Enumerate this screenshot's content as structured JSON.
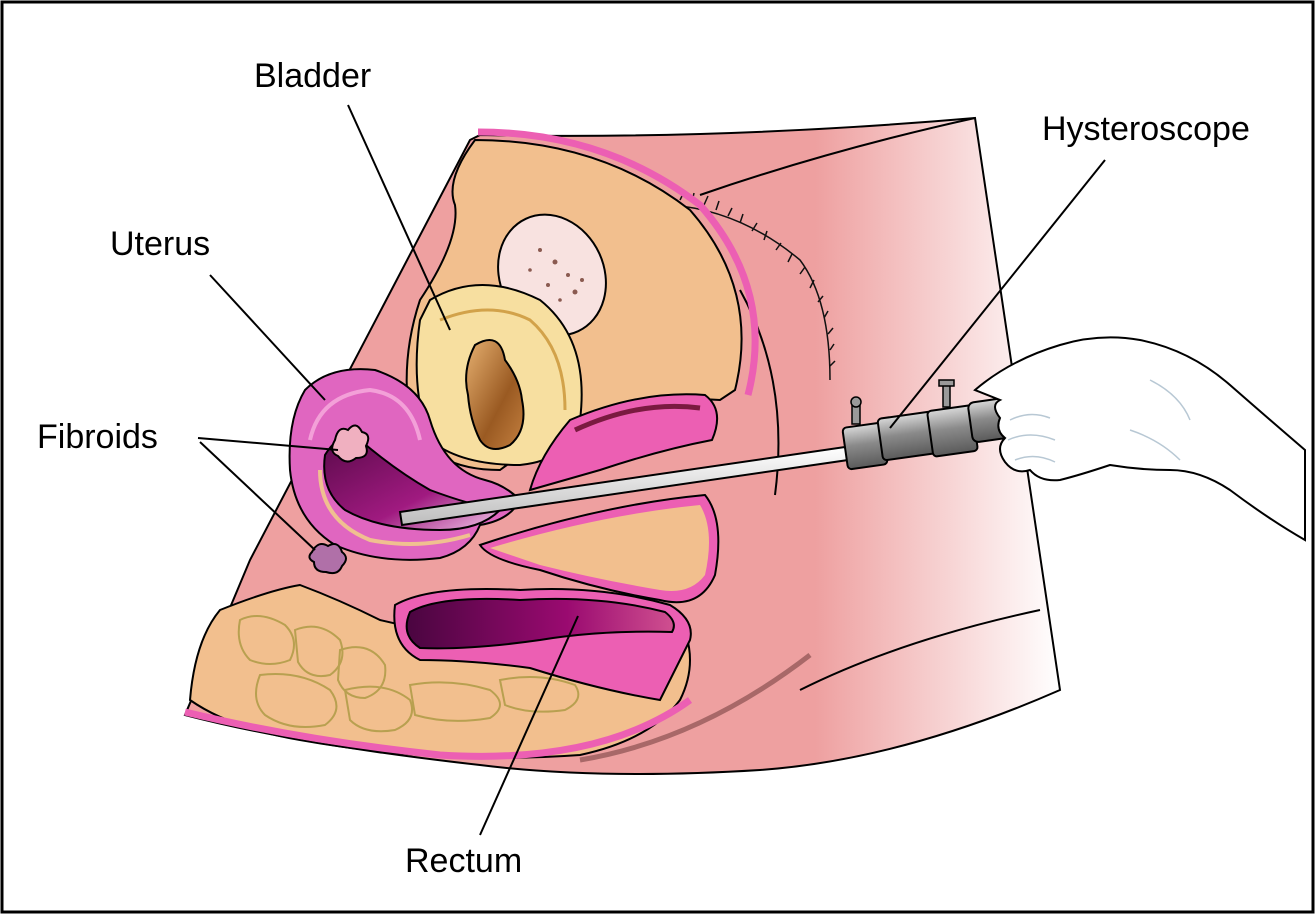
{
  "labels": {
    "bladder": "Bladder",
    "hysteroscope": "Hysteroscope",
    "uterus": "Uterus",
    "fibroids": "Fibroids",
    "rectum": "Rectum"
  },
  "colors": {
    "skin": "#eea0a0",
    "tissue": "#f2bf8e",
    "membrane": "#ec5fb3",
    "uterus": "#e066c0",
    "cavity": "#7a1060",
    "rectum_lumen": "#6b0a57",
    "bladder": "#f7dfa0",
    "bone": "#f6d6a8",
    "fibroid": "#e8a0b8",
    "scope_metal": "#8e8e8e",
    "glove": "#ffffff"
  }
}
